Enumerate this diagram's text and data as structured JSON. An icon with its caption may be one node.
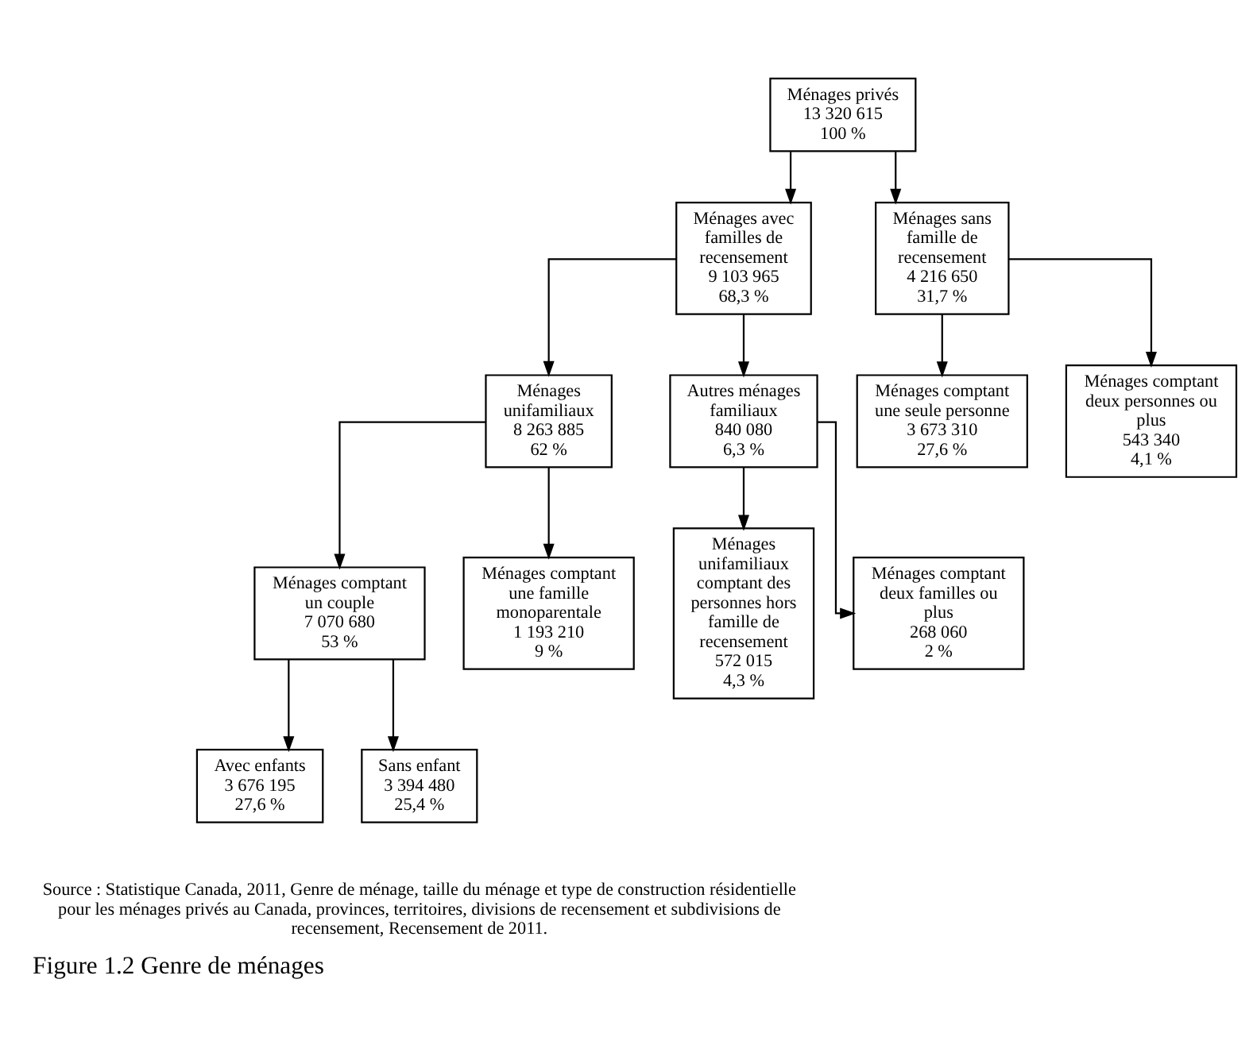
{
  "diagram": {
    "caption": "Figure 1.2 Genre de ménages",
    "nodes": [
      {
        "text": [
          "Ménages privés",
          "13 320 615",
          "100 %"
        ]
      },
      {
        "text": [
          "Ménages avec familles de recensement",
          "9 103 965",
          "68,3 %"
        ]
      },
      {
        "text": [
          "Ménages sans famille de recensement",
          "4 216 650",
          "31,7 %"
        ]
      },
      {
        "text": [
          "Ménages unifamiliaux",
          "8 263 885",
          "62 %"
        ]
      },
      {
        "text": [
          "Autres ménages familiaux",
          "840 080",
          "6,3 %"
        ]
      },
      {
        "text": [
          "Ménages comptant une seule personne",
          "3 673 310",
          "27,6 %"
        ]
      },
      {
        "text": [
          "Ménages comptant deux personnes ou plus",
          "543 340",
          "4,1 %"
        ]
      },
      {
        "text": [
          "Ménages comptant un couple",
          "7 070 680",
          "53 %"
        ]
      },
      {
        "text": [
          "Ménages comptant une famille monoparentale",
          "1 193 210",
          "9 %"
        ]
      },
      {
        "text": [
          "Ménages unifamiliaux comptant des personnes hors famille de recensement",
          "572 015",
          "4,3 %"
        ]
      },
      {
        "text": [
          "Ménages comptant deux familles ou plus",
          "268 060",
          "2 %"
        ]
      },
      {
        "text": [
          "Avec enfants",
          "3 676 195",
          "27,6 %"
        ]
      },
      {
        "text": [
          "Sans enfant",
          "3 394 480",
          "25,4 %"
        ]
      }
    ],
    "edges": [
      {
        "from": 0,
        "to": 1,
        "arrow": "to"
      },
      {
        "from": 0,
        "to": 2,
        "arrow": "to"
      },
      {
        "from": 1,
        "to": 3,
        "arrow": "to"
      },
      {
        "from": 1,
        "to": 4,
        "arrow": "to"
      },
      {
        "from": 2,
        "to": 5,
        "arrow": "to"
      },
      {
        "from": 2,
        "to": 6,
        "arrow": "to"
      },
      {
        "from": 3,
        "to": 7,
        "arrow": "to"
      },
      {
        "from": 3,
        "to": 8,
        "arrow": "to"
      },
      {
        "from": 4,
        "to": 9,
        "arrow": "to"
      },
      {
        "from": 4,
        "to": 10,
        "arrow": "to"
      },
      {
        "from": 7,
        "to": 11,
        "arrow": "to"
      },
      {
        "from": 7,
        "to": 12,
        "arrow": "to"
      }
    ],
    "labels": [
      "Source : Statistique Canada, 2011, Genre de ménage, taille du ménage et type de construction résidentielle pour les ménages privés au Canada, provinces, territoires, divisions de recensement et subdivisions de recensement, Recensement de 2011."
    ]
  }
}
